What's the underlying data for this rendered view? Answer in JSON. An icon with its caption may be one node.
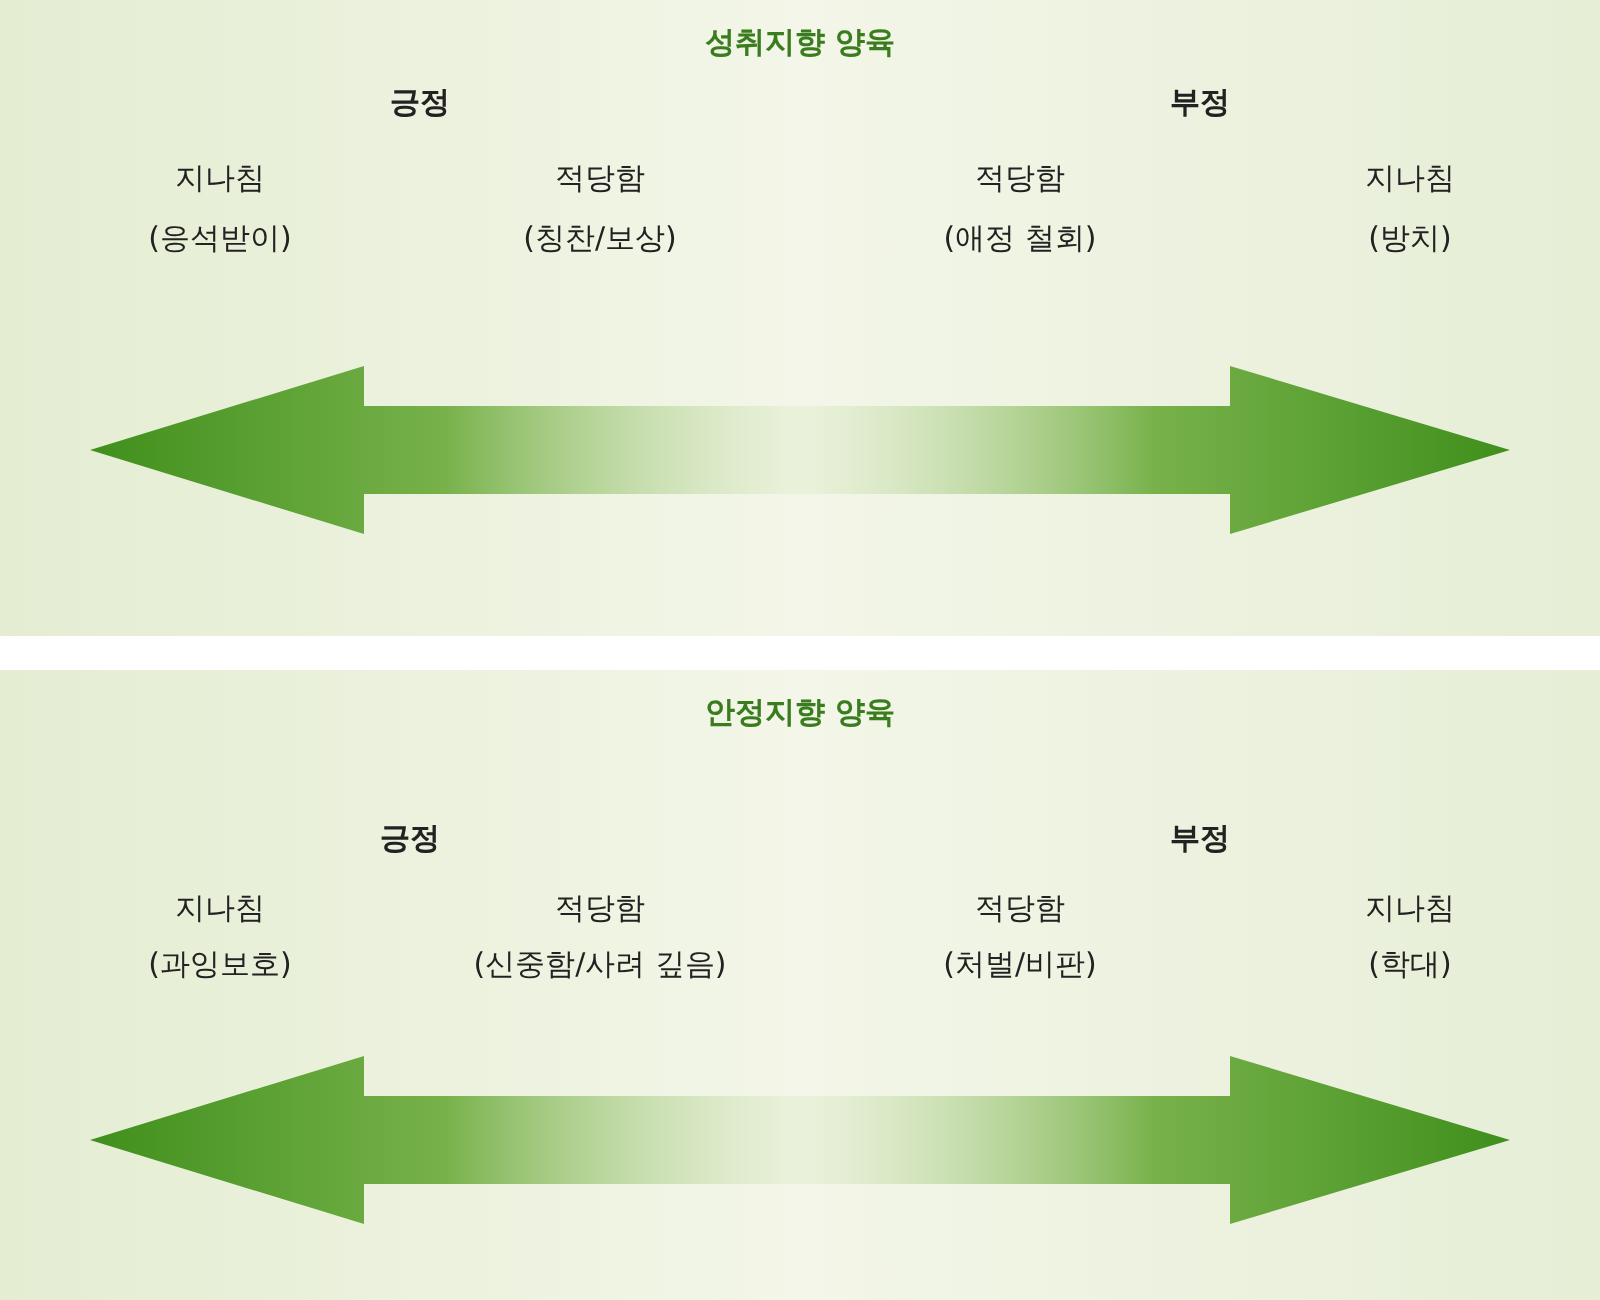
{
  "diagram": {
    "nodes": [
      {
        "text": [
          "성취지향 양육"
        ]
      },
      {
        "text": [
          "안정지향 양육"
        ]
      }
    ],
    "labels": [
      "긍정",
      "부정",
      "지나침",
      "적당함",
      "적당함",
      "지나침",
      "(응석받이)",
      "(칭찬/보상)",
      "(애정 철회)",
      "(방치)",
      "긍정",
      "부정",
      "지나침",
      "적당함",
      "적당함",
      "지나침",
      "(과잉보호)",
      "(신중함/사려 깊음)",
      "(처벌/비판)",
      "(학대)"
    ]
  }
}
